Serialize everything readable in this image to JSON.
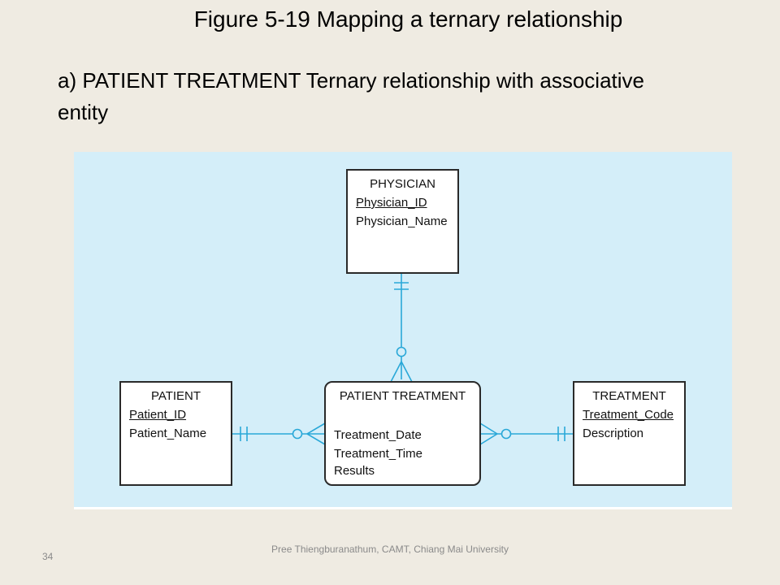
{
  "slide": {
    "title": "Figure 5-19 Mapping a ternary relationship",
    "subtitle": "a) PATIENT TREATMENT Ternary relationship with associative entity",
    "footer": "Pree Thiengburanathum, CAMT, Chiang Mai University",
    "page_number": "34"
  },
  "diagram": {
    "colors": {
      "panel": "#d4eef9",
      "connector": "#2aa8d8",
      "entity_border": "#2a2a2a"
    },
    "entities": {
      "physician": {
        "name": "PHYSICIAN",
        "attributes": [
          "Physician_ID",
          "Physician_Name"
        ],
        "key": "Physician_ID"
      },
      "patient": {
        "name": "PATIENT",
        "attributes": [
          "Patient_ID",
          "Patient_Name"
        ],
        "key": "Patient_ID"
      },
      "patient_treatment": {
        "name": "PATIENT TREATMENT",
        "attributes": [
          "Treatment_Date",
          "Treatment_Time",
          "Results"
        ]
      },
      "treatment": {
        "name": "TREATMENT",
        "attributes": [
          "Treatment_Code",
          "Description"
        ],
        "key": "Treatment_Code"
      }
    },
    "relationships": [
      {
        "from": "PHYSICIAN",
        "to": "PATIENT TREATMENT",
        "from_cardinality": "mandatory-one",
        "to_cardinality": "optional-many"
      },
      {
        "from": "PATIENT",
        "to": "PATIENT TREATMENT",
        "from_cardinality": "mandatory-one",
        "to_cardinality": "optional-many"
      },
      {
        "from": "TREATMENT",
        "to": "PATIENT TREATMENT",
        "from_cardinality": "mandatory-one",
        "to_cardinality": "optional-many"
      }
    ]
  }
}
